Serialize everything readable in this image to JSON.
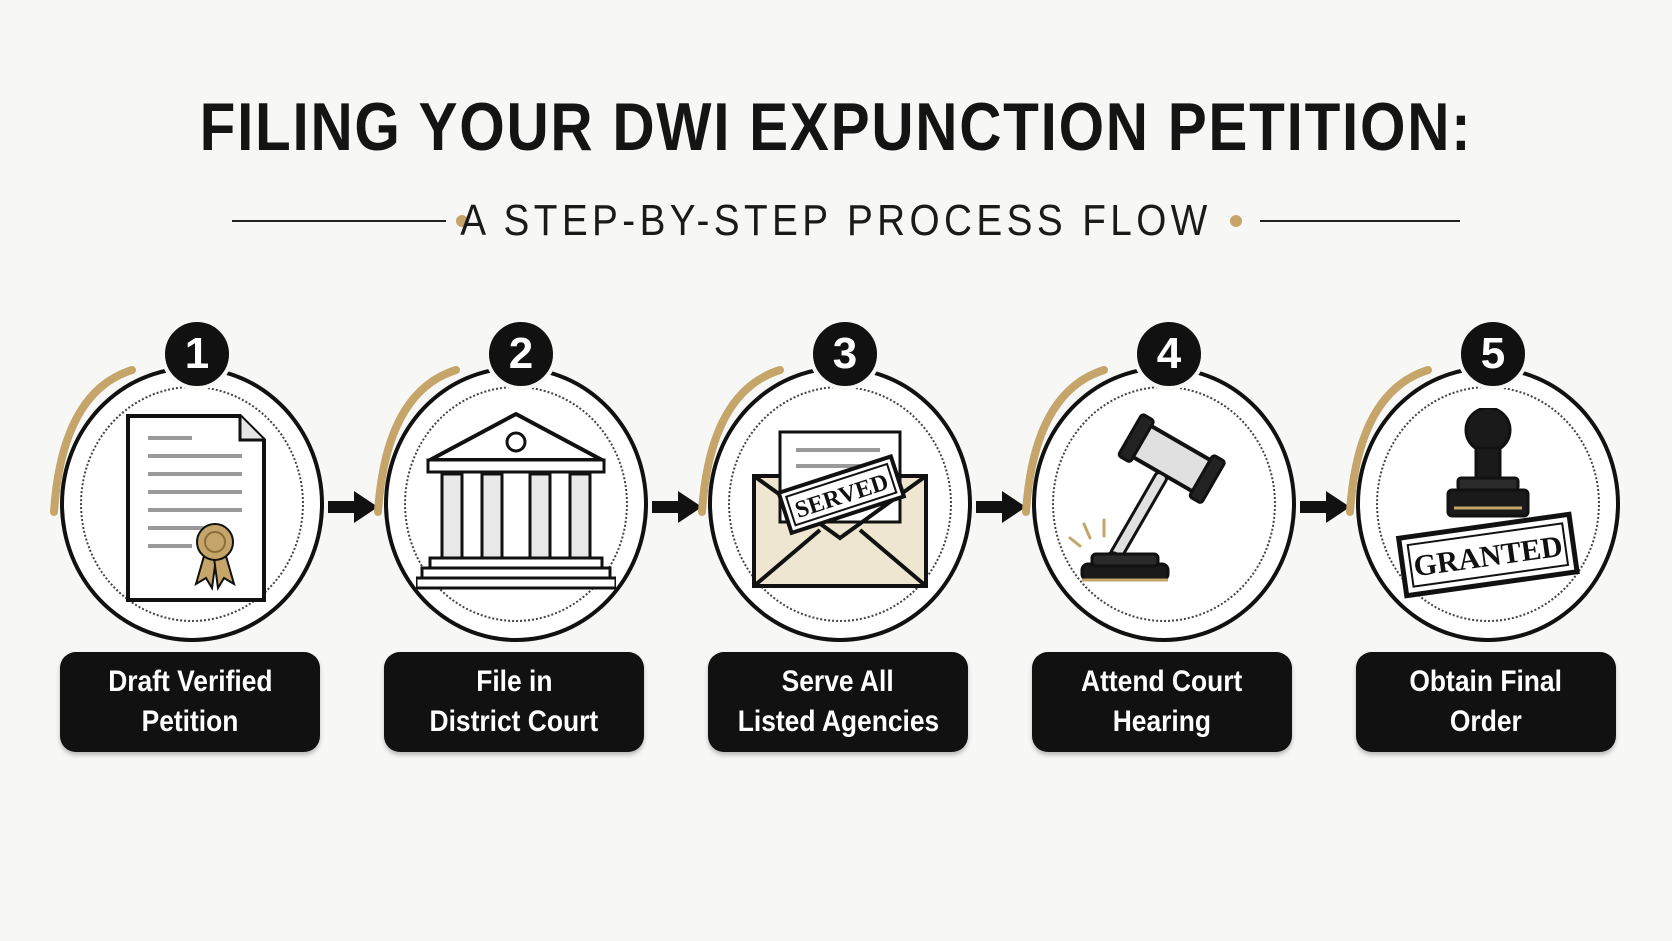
{
  "title": "FILING YOUR DWI EXPUNCTION PETITION:",
  "subtitle": "A STEP-BY-STEP PROCESS FLOW",
  "colors": {
    "accent": "#c6a56b",
    "ink": "#111111",
    "background": "#f7f7f6"
  },
  "steps": [
    {
      "number": "1",
      "line1": "Draft Verified",
      "line2": "Petition",
      "icon": "document-seal-icon"
    },
    {
      "number": "2",
      "line1": "File in",
      "line2": "District Court",
      "icon": "courthouse-icon"
    },
    {
      "number": "3",
      "line1": "Serve All",
      "line2": "Listed Agencies",
      "icon": "envelope-served-icon",
      "stamp": "SERVED"
    },
    {
      "number": "4",
      "line1": "Attend Court",
      "line2": "Hearing",
      "icon": "gavel-icon"
    },
    {
      "number": "5",
      "line1": "Obtain Final",
      "line2": "Order",
      "icon": "granted-stamp-icon",
      "stamp": "GRANTED"
    }
  ]
}
